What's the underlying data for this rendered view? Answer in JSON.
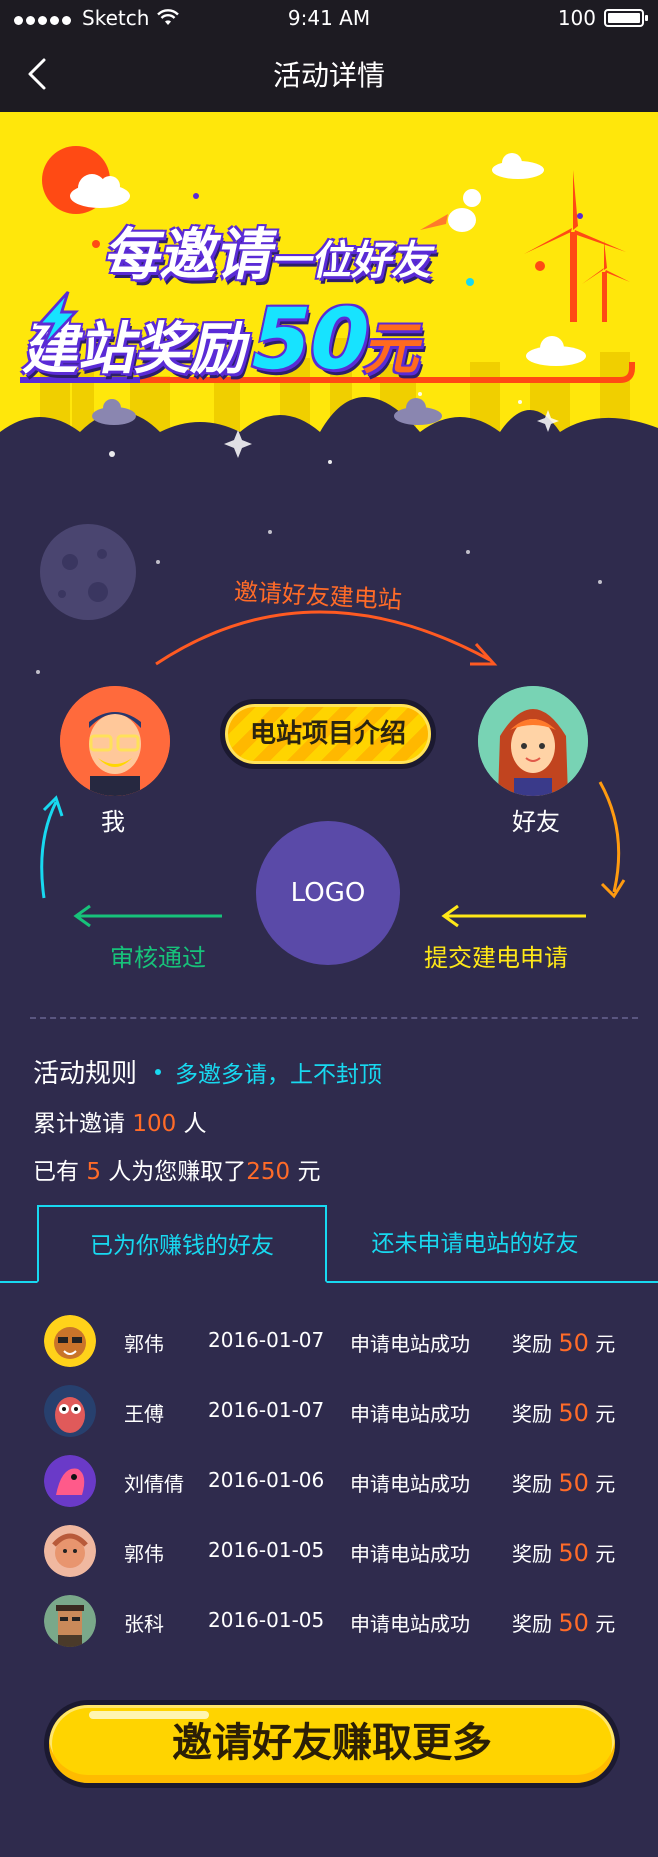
{
  "status_bar": {
    "carrier": "Sketch",
    "time": "9:41 AM",
    "battery": "100"
  },
  "nav": {
    "title": "活动详情"
  },
  "hero": {
    "line1_prefix": "每邀请",
    "line1_suffix": "一位好友",
    "line2_prefix": "建",
    "line2_mid": "站奖励",
    "line2_amount": "50",
    "line2_unit": "元"
  },
  "flow": {
    "invite_label": "邀请好友建电站",
    "me_label": "我",
    "friend_label": "好友",
    "project_button": "电站项目介绍",
    "logo_text": "LOGO",
    "approved_label": "审核通过",
    "submit_label": "提交建电申请"
  },
  "rules": {
    "title": "活动规则",
    "subtitle": "多邀多请，上不封顶",
    "invite_prefix": "累计邀请",
    "invite_count": "100",
    "invite_suffix": "人",
    "earn_prefix": "已有",
    "earn_count": "5",
    "earn_mid": "人为您赚取了",
    "earn_amount": "250",
    "earn_unit": "元"
  },
  "tabs": {
    "earned": "已为你赚钱的好友",
    "not_applied": "还未申请电站的好友"
  },
  "friends": [
    {
      "name": "郭伟",
      "date": "2016-01-07",
      "status": "申请电站成功",
      "reward_label": "奖励",
      "amount": "50",
      "unit": "元"
    },
    {
      "name": "王傅",
      "date": "2016-01-07",
      "status": "申请电站成功",
      "reward_label": "奖励",
      "amount": "50",
      "unit": "元"
    },
    {
      "name": "刘倩倩",
      "date": "2016-01-06",
      "status": "申请电站成功",
      "reward_label": "奖励",
      "amount": "50",
      "unit": "元"
    },
    {
      "name": "郭伟",
      "date": "2016-01-05",
      "status": "申请电站成功",
      "reward_label": "奖励",
      "amount": "50",
      "unit": "元"
    },
    {
      "name": "张科",
      "date": "2016-01-05",
      "status": "申请电站成功",
      "reward_label": "奖励",
      "amount": "50",
      "unit": "元"
    }
  ],
  "cta": {
    "label": "邀请好友赚取更多"
  },
  "colors": {
    "bg": "#2f2b4d",
    "accent_cyan": "#18d9f0",
    "accent_orange": "#ff6b28",
    "yellow": "#ffd400",
    "nav_bg": "#1d1b22"
  }
}
